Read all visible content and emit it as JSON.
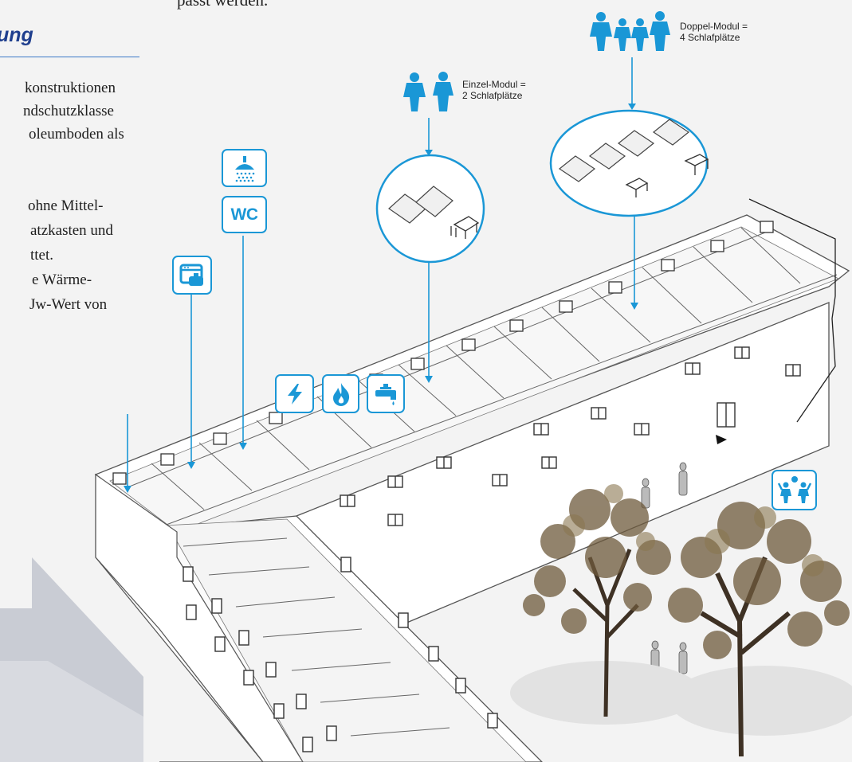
{
  "intro": {
    "top_fragment": "passt werden.",
    "heading": "ung",
    "lines": [
      "konstruktionen",
      "ndschutzklasse",
      "oleumboden als",
      "",
      "ohne Mittel-",
      "atzkasten und",
      "ttet.",
      "e Wärme-",
      "Jw-Wert von"
    ]
  },
  "modules": {
    "single": {
      "line1": "Einzel-Modul =",
      "line2": "2 Schlafplätze"
    },
    "double": {
      "line1": "Doppel-Modul =",
      "line2": "4 Schlafplätze"
    }
  },
  "icons": {
    "shower": "shower-icon",
    "wc": "WC",
    "kitchen": "kitchen-icon",
    "power": "electricity-icon",
    "gas": "flame-icon",
    "water": "water-tap-icon",
    "playground": "children-playing-icon"
  },
  "colors": {
    "accent": "#1a97d6",
    "heading": "#1f3f8e",
    "lines": "#555555"
  }
}
